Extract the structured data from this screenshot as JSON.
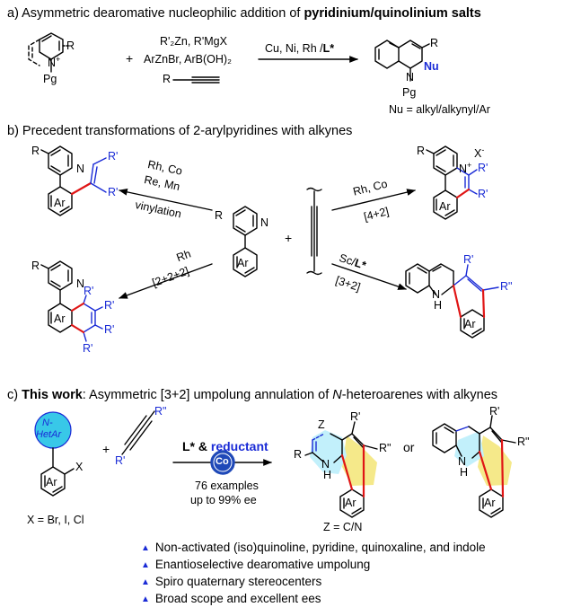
{
  "colors": {
    "blue": "#1a2bd6",
    "red": "#e01515",
    "cyan": "#38c8e8",
    "yellow": "#f5e98a",
    "cobalt": "#1f49b8"
  },
  "section_a": {
    "title_prefix": "a) Asymmetric dearomative nucleophilic addition of ",
    "title_bold": "pyridinium/quinolinium salts",
    "reagent_line1": "R'₂Zn, R'MgX",
    "reagent_line2": "ArZnBr, ArB(OH)₂",
    "plus": "+",
    "conditions": "Cu, Ni, Rh /",
    "ligand": "L*",
    "nu_label": "Nu",
    "nu_def": "Nu = alkyl/alkynyl/Ar",
    "atom_n_plus": "N",
    "charge_plus": "+",
    "atom_n": "N",
    "pg": "Pg",
    "r": "R"
  },
  "section_b": {
    "title": "b) Precedent transformations of 2-arylpyridines with alkynes",
    "left_top_cond": [
      "Rh, Co",
      "Re, Mn",
      "vinylation"
    ],
    "left_bottom_cond": [
      "Rh",
      "[2+2+2]"
    ],
    "right_top_cond": [
      "Rh, Co",
      "[4+2]"
    ],
    "right_bottom_cond_prefix": "Sc/",
    "right_bottom_cond_l": "L*",
    "right_bottom_cond2": "[3+2]",
    "x_minus": "X",
    "minus": "-",
    "plus": "+",
    "ar": "Ar",
    "n": "N",
    "nh": "N",
    "h": "H",
    "rp": "R'",
    "rpp": "R\"",
    "r": "R"
  },
  "section_c": {
    "title_prefix": "c) ",
    "title_bold": "This work",
    "title_rest1": ": Asymmetric [3+2] umpolung annulation of ",
    "title_italic": "N",
    "title_rest2": "-heteroarenes with alkynes",
    "hetar_line1": "N-",
    "hetar_line2": "HetAr",
    "x": "X",
    "x_def": "X = Br, I, Cl",
    "ar": "Ar",
    "plus": "+",
    "l_star": "L*",
    "amp": " & ",
    "reductant": "reductant",
    "co": "Co",
    "examples": "76 examples",
    "ee": "up to 99% ee",
    "or": "or",
    "z_def": "Z = C/N",
    "z": "Z",
    "n": "N",
    "h": "H",
    "r": "R",
    "rp": "R'",
    "rpp": "R\""
  },
  "bullets": [
    "Non-activated (iso)quinoline, pyridine, quinoxaline, and indole",
    "Enantioselective dearomative umpolung",
    "Spiro quaternary stereocenters",
    "Broad scope and excellent ees"
  ]
}
